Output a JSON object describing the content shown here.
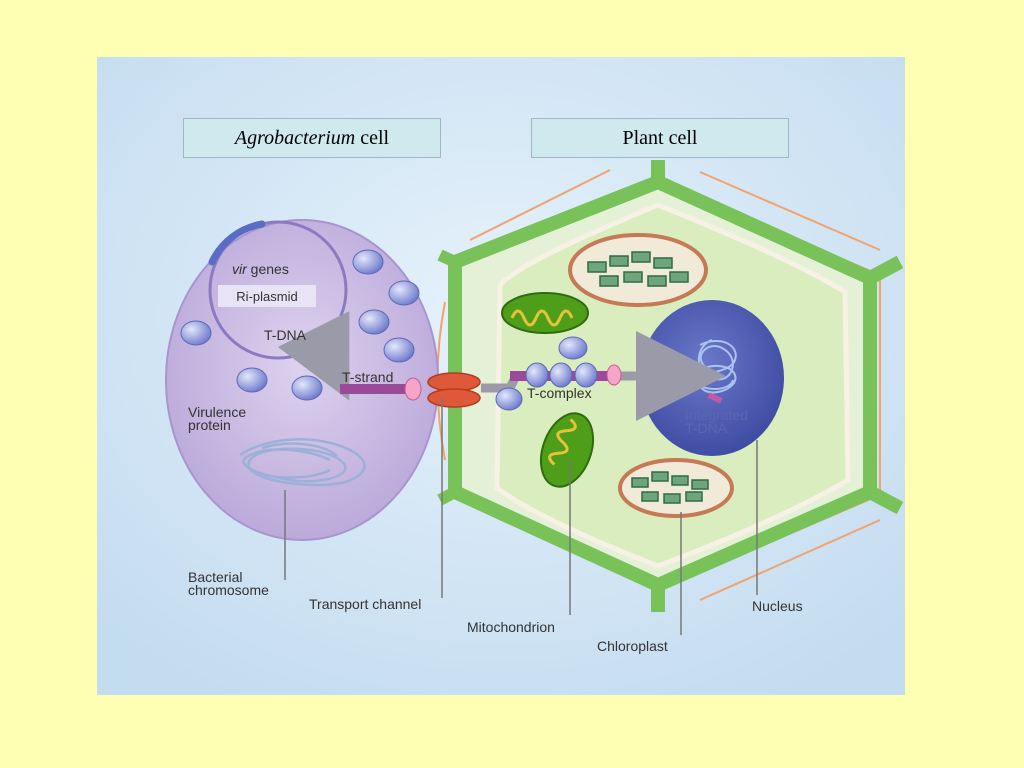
{
  "headers": {
    "agro_italic": "Agrobacterium",
    "agro_rest": " cell",
    "plant": "Plant cell"
  },
  "labels": {
    "vir_italic": "vir",
    "vir_rest": " genes",
    "ri_plasmid": "Ri-plasmid",
    "t_dna": "T-DNA",
    "t_strand": "T-strand",
    "virulence_protein": "Virulence\nprotein",
    "t_complex": "T-complex",
    "integrated_t_dna": "Integrated\nT-DNA",
    "bacterial_chromosome": "Bacterial\nchromosome",
    "transport_channel": "Transport channel",
    "mitochondrion": "Mitochondrion",
    "chloroplast": "Chloroplast",
    "nucleus": "Nucleus"
  },
  "colors": {
    "slide_background": "#ffffb3",
    "panel_background": "#cfe4f3",
    "bacterium_fill": "#c9b8e3",
    "cell_wall": "#79c25a",
    "cytoplasm": "#dcefc4",
    "nucleus": "#4f5fb3",
    "t_strand": "#9a4a98",
    "channel": "#e0583a",
    "protein": "#7c88d6"
  }
}
